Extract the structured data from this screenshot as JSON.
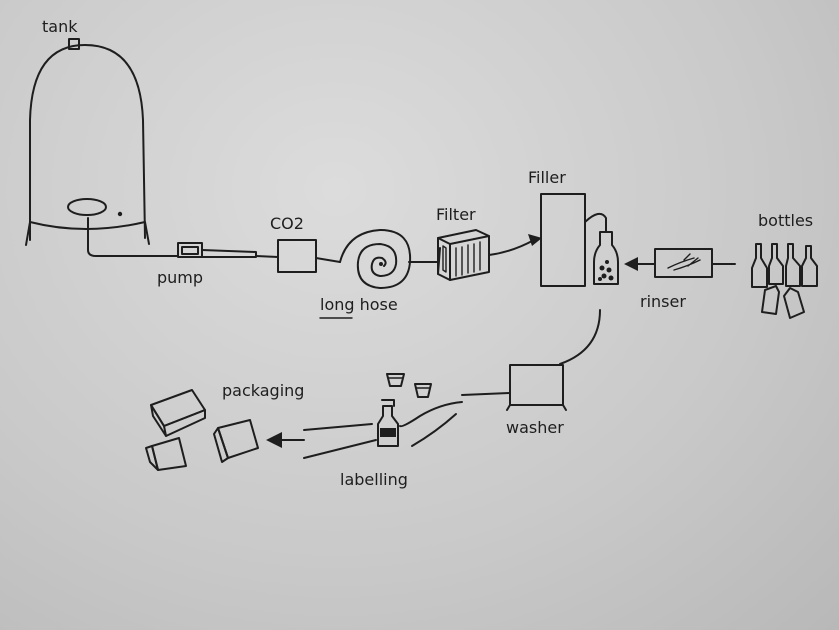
{
  "labels": {
    "tank": "tank",
    "pump": "pump",
    "co2": "CO2",
    "long_hose": "long hose",
    "filter": "Filter",
    "filler": "Filler",
    "rinser": "rinser",
    "bottles": "bottles",
    "washer": "washer",
    "labelling": "labelling",
    "packaging": "packaging"
  }
}
